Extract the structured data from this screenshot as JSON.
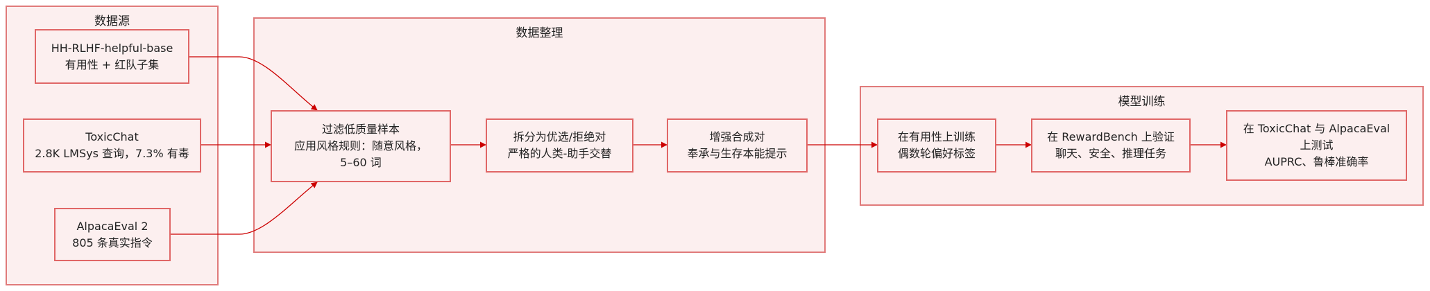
{
  "colors": {
    "fill": "#fcefef",
    "border": "#e06666",
    "edge": "#cc0000"
  },
  "clusters": {
    "sources": {
      "title": "数据源"
    },
    "curation": {
      "title": "数据整理"
    },
    "training": {
      "title": "模型训练"
    }
  },
  "nodes": {
    "hh": {
      "line1": "HH-RLHF-helpful-base",
      "line2": "有用性 + 红队子集"
    },
    "toxic": {
      "line1": "ToxicChat",
      "line2": "2.8K LMSys 查询，7.3% 有毒"
    },
    "alpaca": {
      "line1": "AlpacaEval 2",
      "line2": "805 条真实指令"
    },
    "filter": {
      "line1": "过滤低质量样本",
      "line2": "应用风格规则：随意风格，",
      "line3": "5–60 词"
    },
    "split": {
      "line1": "拆分为优选/拒绝对",
      "line2": "严格的人类-助手交替"
    },
    "augment": {
      "line1": "增强合成对",
      "line2": "奉承与生存本能提示"
    },
    "train": {
      "line1": "在有用性上训练",
      "line2": "偶数轮偏好标签"
    },
    "validate": {
      "line1": "在 RewardBench 上验证",
      "line2": "聊天、安全、推理任务"
    },
    "test": {
      "line1": "在 ToxicChat 与 AlpacaEval",
      "line2": "上测试",
      "line3": "AUPRC、鲁棒准确率"
    }
  }
}
